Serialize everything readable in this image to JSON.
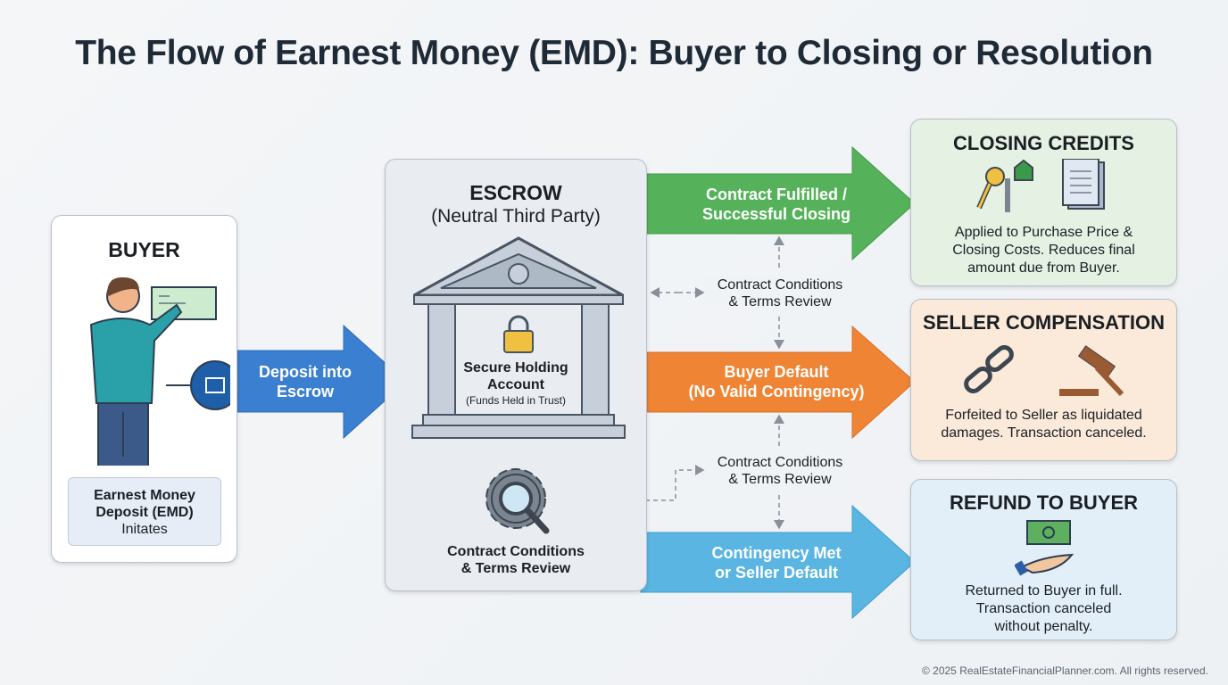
{
  "title": "The Flow of Earnest Money (EMD): Buyer to Closing or Resolution",
  "buyer": {
    "heading": "BUYER",
    "emd_line1": "Earnest Money",
    "emd_line2": "Deposit (EMD)",
    "emd_line3": "Initates"
  },
  "deposit_arrow": {
    "line1": "Deposit into",
    "line2": "Escrow"
  },
  "escrow": {
    "heading": "ESCROW",
    "subheading": "(Neutral Third Party)",
    "holding_line1": "Secure Holding",
    "holding_line2": "Account",
    "holding_note": "(Funds Held in Trust)",
    "review_line1": "Contract Conditions",
    "review_line2": "& Terms Review"
  },
  "flows": [
    {
      "line1": "Contract Fulfilled /",
      "line2": "Successful Closing",
      "color": "#55b25a"
    },
    {
      "line1": "Buyer Default",
      "line2": "(No Valid Contingency)",
      "color": "#ee8434"
    },
    {
      "line1": "Contingency Met",
      "line2": "or Seller Default",
      "color": "#5ab5e2"
    }
  ],
  "review_labels": [
    {
      "line1": "Contract Conditions",
      "line2": "& Terms Review"
    },
    {
      "line1": "Contract Conditions",
      "line2": "& Terms Review"
    }
  ],
  "outcomes": [
    {
      "heading": "CLOSING CREDITS",
      "l1": "Applied to Purchase Price &",
      "l2": "Closing Costs. Reduces final",
      "l3": "amount due from Buyer."
    },
    {
      "heading": "SELLER COMPENSATION",
      "l1": "Forfeited to Seller as liquidated",
      "l2": "damages. Transaction canceled."
    },
    {
      "heading": "REFUND TO BUYER",
      "l1": "Returned to Buyer in full.",
      "l2": "Transaction canceled",
      "l3": "without penalty."
    }
  ],
  "footer": "© 2025 RealEstateFinancialPlanner.com. All rights reserved."
}
